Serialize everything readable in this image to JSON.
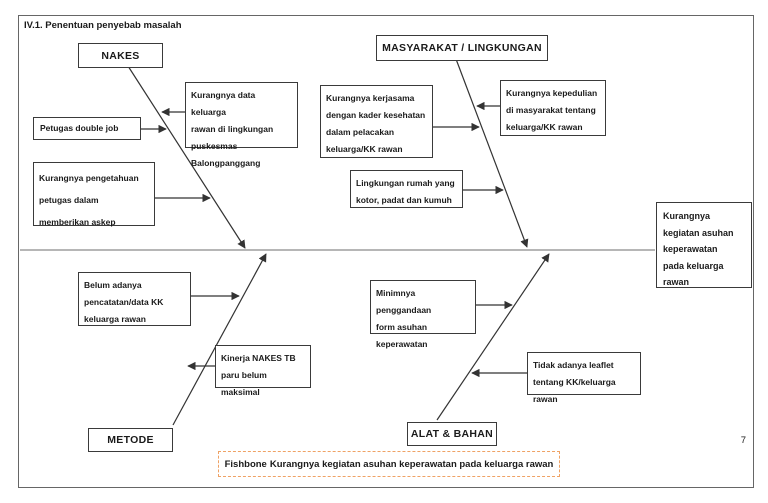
{
  "page": {
    "title": "IV.1. Penentuan penyebab masalah",
    "page_number": "7"
  },
  "categories": {
    "nakes": "NAKES",
    "masyarakat": "MASYARAKAT / LINGKUNGAN",
    "metode": "METODE",
    "alat_bahan": "ALAT & BAHAN"
  },
  "cause_boxes": {
    "data_keluarga": "Kurangnya data keluarga\nrawan di lingkungan\npuskesmas\nBalongpanggang",
    "petugas_double_job": "Petugas double job",
    "pengetahuan_petugas": "Kurangnya pengetahuan\npetugas dalam\nmemberikan askep",
    "kerjasama_kader": "Kurangnya kerjasama\ndengan kader kesehatan\ndalam pelacakan\nkeluarga/KK rawan",
    "kepedulian_masyarakat": "Kurangnya kepedulian\ndi masyarakat tentang\nkeluarga/KK rawan",
    "lingkungan_rumah": "Lingkungan rumah yang\nkotor, padat dan kumuh",
    "pencatatan_kk": "Belum adanya\npencatatan/data KK\nkeluarga rawan",
    "kinerja_nakes_tb": "Kinerja NAKES TB\nparu belum maksimal",
    "penggandaan_form": "Minimnya penggandaan\nform asuhan\nkeperawatan",
    "leaflet_kk": "Tidak adanya leaflet\ntentang KK/keluarga rawan"
  },
  "effect": "Kurangnya\nkegiatan asuhan\nkeperawatan\npada keluarga\nrawan",
  "caption": {
    "prefix": "Fishbone",
    "rest": "Kurangnya kegiatan asuhan keperawatan pada keluarga rawan"
  },
  "colors": {
    "caption_border": "#EFA265",
    "spine": "#9E9E9E",
    "line": "#333333",
    "box_border": "#3A3A3A"
  }
}
